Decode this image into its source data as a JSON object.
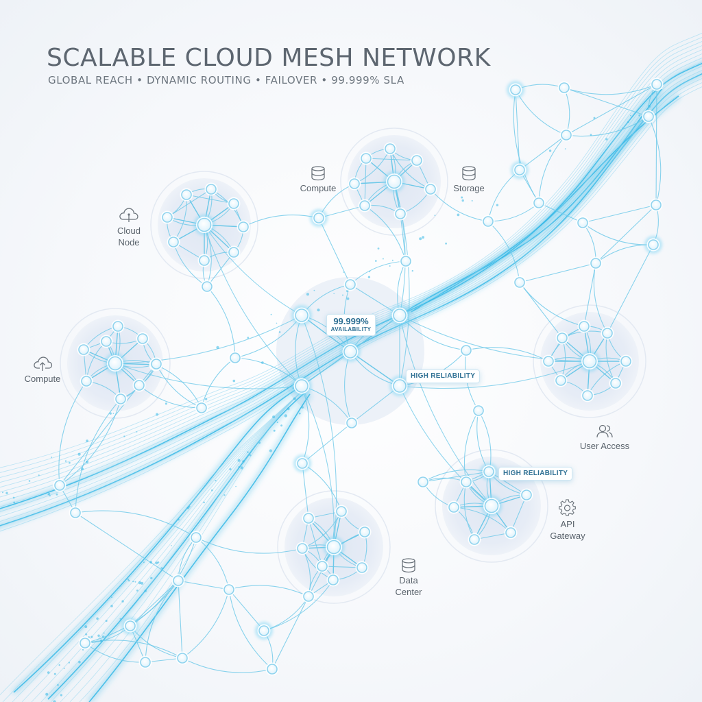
{
  "header": {
    "title": "SCALABLE CLOUD MESH NETWORK",
    "subtitle": "GLOBAL REACH • DYNAMIC ROUTING • FAILOVER • 99.999% SLA"
  },
  "labels": {
    "compute_top": "Compute",
    "storage": "Storage",
    "cloud_node_line1": "Cloud",
    "cloud_node_line2": "Node",
    "compute_left": "Compute",
    "user_access": "User Access",
    "api_gateway_line1": "API",
    "api_gateway_line2": "Gateway",
    "data_center_line1": "Data",
    "data_center_line2": "Center"
  },
  "badges": {
    "availability_value": "99.999%",
    "availability_label": "AVAILABILITY",
    "reliability_center": "HIGH RELIABILITY",
    "reliability_lower": "HIGH RELIABILITY"
  },
  "icons": {
    "compute_top": "database-icon",
    "storage": "database-icon",
    "cloud_node": "cloud-icon",
    "compute_left": "cloud-upload-icon",
    "user_access": "users-icon",
    "api_gateway": "gear-icon",
    "data_center": "database-icon"
  },
  "colors": {
    "accent": "#35b8e6",
    "link": "#6cc8e8",
    "node_fill": "#f3fbff",
    "node_stroke": "#8fd3ee",
    "cluster_fill": "#e4ebf5",
    "text": "#5d6670",
    "badge_text": "#2d6f93"
  }
}
